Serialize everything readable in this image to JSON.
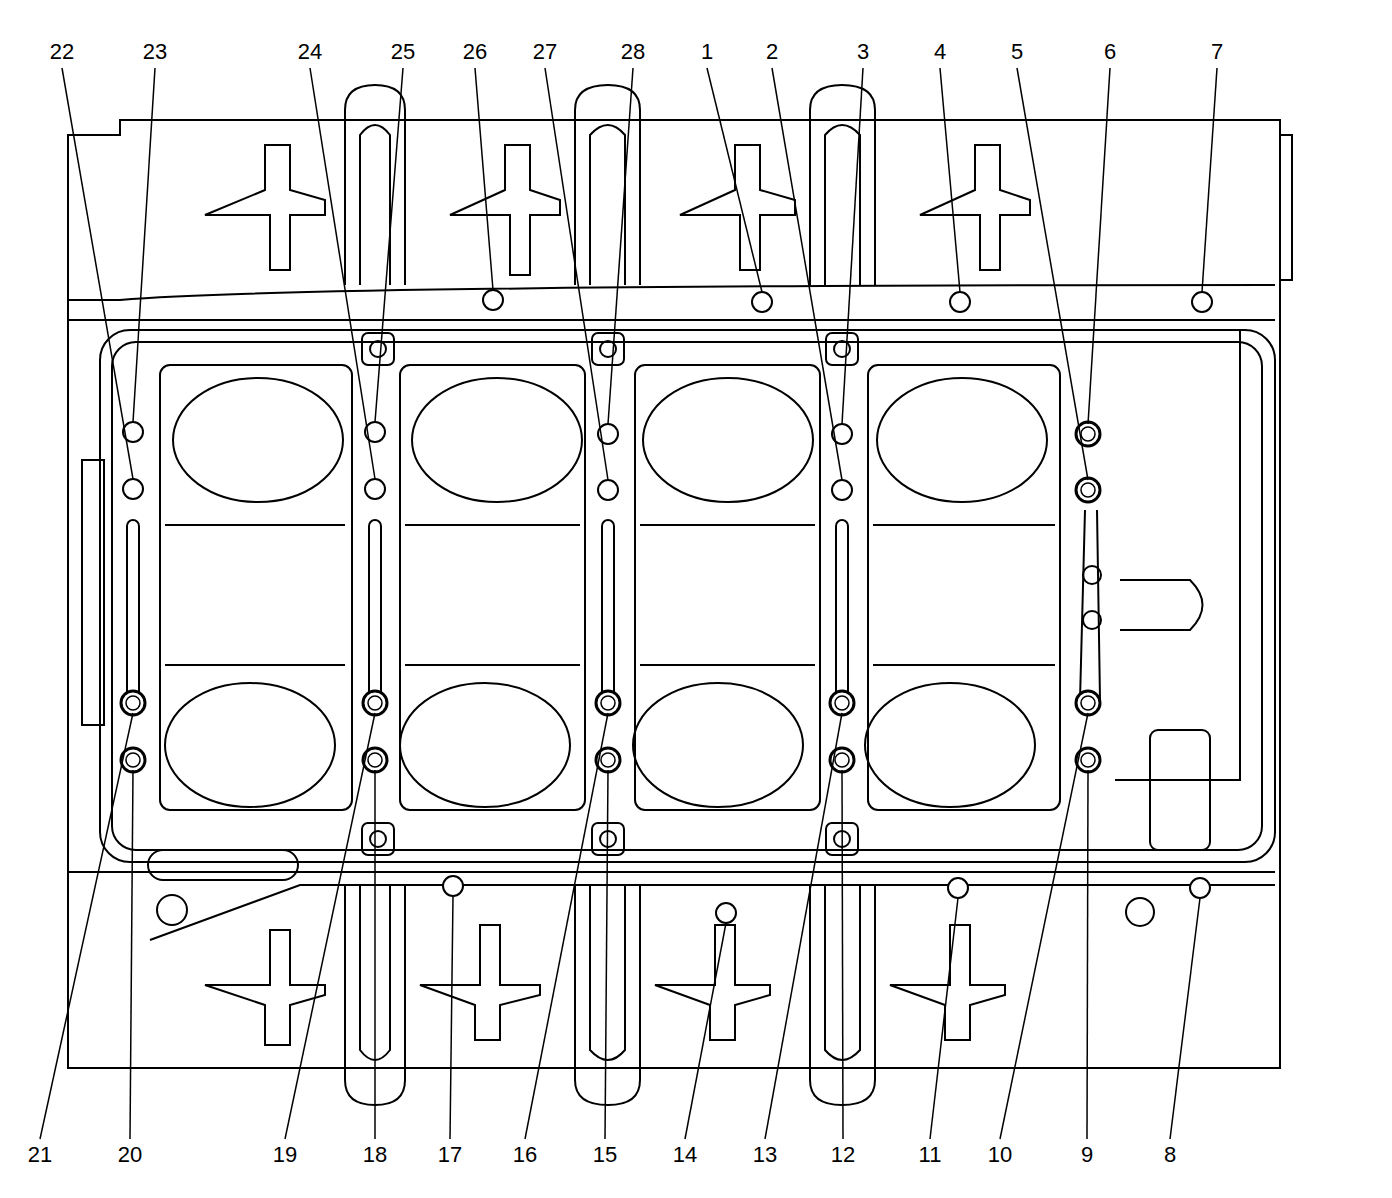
{
  "diagram": {
    "labels": [
      "22",
      "23",
      "24",
      "25",
      "26",
      "27",
      "28",
      "1",
      "2",
      "3",
      "4",
      "5",
      "6",
      "7",
      "21",
      "20",
      "19",
      "18",
      "17",
      "16",
      "15",
      "14",
      "13",
      "12",
      "11",
      "10",
      "9",
      "8"
    ]
  }
}
